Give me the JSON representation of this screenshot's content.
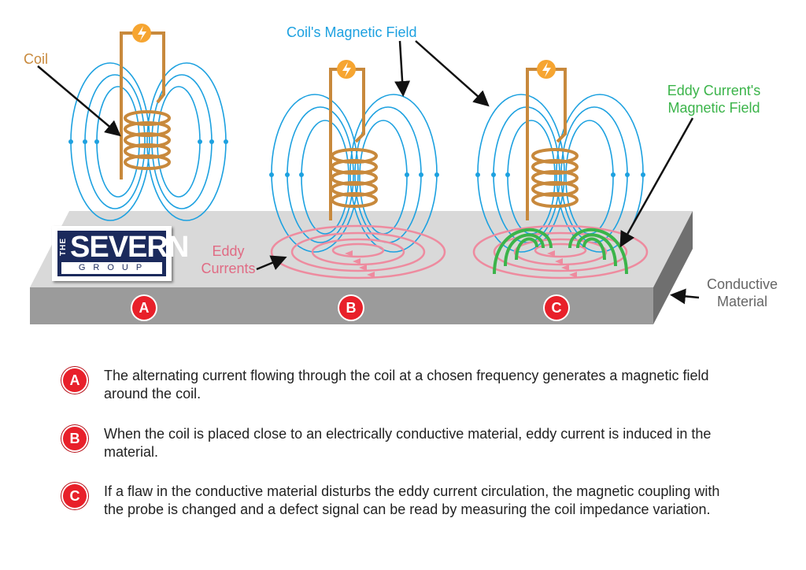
{
  "labels": {
    "coil": "Coil",
    "coil_field": "Coil's Magnetic Field",
    "eddy_field": "Eddy Current's Magnetic Field",
    "eddy_currents": "Eddy Currents",
    "material": "Conductive Material"
  },
  "logo": {
    "prefix": "THE",
    "name": "SEVERN",
    "sub": "GROUP"
  },
  "markers": [
    "A",
    "B",
    "C"
  ],
  "items": [
    {
      "badge": "A",
      "text": "The alternating current flowing through the coil at a chosen frequency generates a magnetic field around the coil."
    },
    {
      "badge": "B",
      "text": "When the coil is placed close to an electrically conductive material, eddy current is induced in the material."
    },
    {
      "badge": "C",
      "text": "If a flaw in the conductive material disturbs the eddy current circulation, the magnetic coupling with the probe is changed and a defect signal can be read by measuring the coil impedance variation."
    }
  ],
  "colors": {
    "coil": "#c8893c",
    "field": "#1da1e0",
    "eddy": "#ee8b9f",
    "eddy_field": "#3bb44a",
    "badge": "#e8202a",
    "material_top": "#d6d6d6",
    "material_front": "#9e9e9e"
  }
}
